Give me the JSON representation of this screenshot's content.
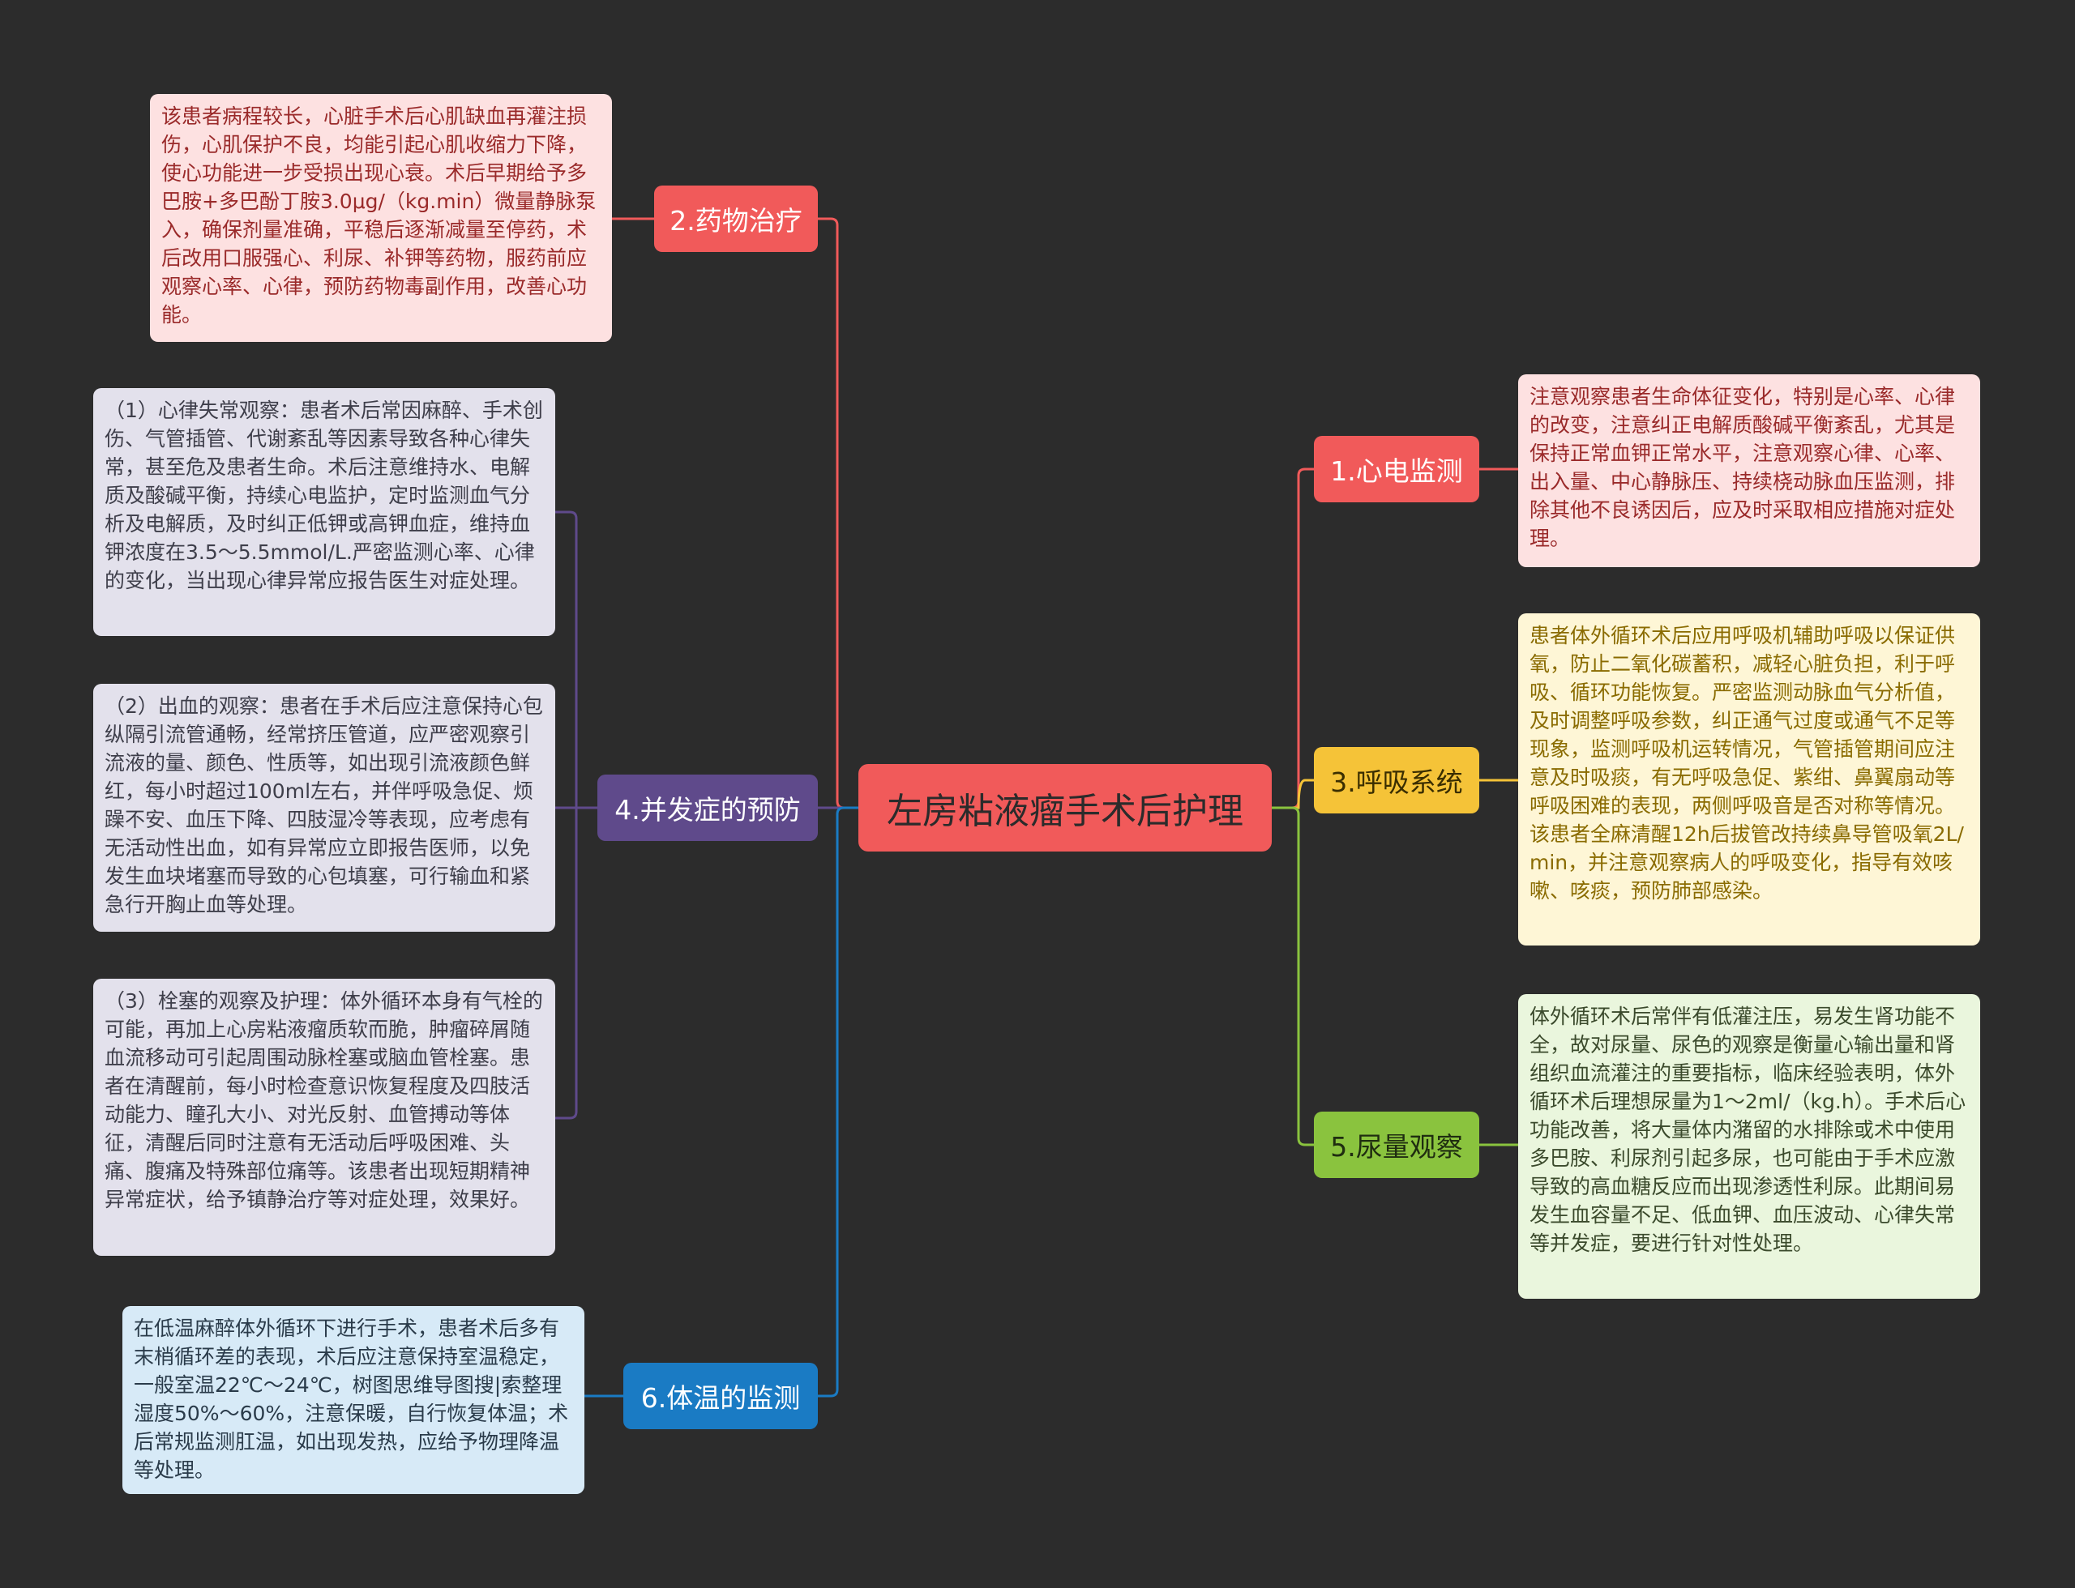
{
  "root": {
    "label": "左房粘液瘤手术后护理",
    "color": "#f15a5a"
  },
  "branches": {
    "ecg": {
      "label": "1.心电监测",
      "color": "#f15a5a",
      "notes": [
        "注意观察患者生命体征变化，特别是心率、心律的改变，注意纠正电解质酸碱平衡紊乱，尤其是保持正常血钾正常水平，注意观察心律、心率、出入量、中心静脉压、持续桡动脉血压监测，排除其他不良诱因后，应及时采取相应措施对症处理。"
      ]
    },
    "drug": {
      "label": "2.药物治疗",
      "color": "#f15a5a",
      "notes": [
        "该患者病程较长，心脏手术后心肌缺血再灌注损伤，心肌保护不良，均能引起心肌收缩力下降，使心功能进一步受损出现心衰。术后早期给予多巴胺+多巴酚丁胺3.0μg/（kg.min）微量静脉泵入，确保剂量准确，平稳后逐渐减量至停药，术后改用口服强心、利尿、补钾等药物，服药前应观察心率、心律，预防药物毒副作用，改善心功能。"
      ]
    },
    "resp": {
      "label": "3.呼吸系统",
      "color": "#f5c338",
      "notes": [
        "患者体外循环术后应用呼吸机辅助呼吸以保证供氧，防止二氧化碳蓄积，减轻心脏负担，利于呼吸、循环功能恢复。严密监测动脉血气分析值，及时调整呼吸参数，纠正通气过度或通气不足等现象，监测呼吸机运转情况，气管插管期间应注意及时吸痰，有无呼吸急促、紫绀、鼻翼扇动等呼吸困难的表现，两侧呼吸音是否对称等情况。该患者全麻清醒12h后拔管改持续鼻导管吸氧2L/min，并注意观察病人的呼吸变化，指导有效咳嗽、咳痰，预防肺部感染。"
      ]
    },
    "comp": {
      "label": "4.并发症的预防",
      "color": "#5f4a8b",
      "notes": [
        "（1）心律失常观察：患者术后常因麻醉、手术创伤、气管插管、代谢紊乱等因素导致各种心律失常，甚至危及患者生命。术后注意维持水、电解质及酸碱平衡，持续心电监护，定时监测血气分析及电解质，及时纠正低钾或高钾血症，维持血钾浓度在3.5～5.5mmol/L.严密监测心率、心律的变化，当出现心律异常应报告医生对症处理。",
        "（2）出血的观察：患者在手术后应注意保持心包纵隔引流管通畅，经常挤压管道，应严密观察引流液的量、颜色、性质等，如出现引流液颜色鲜红，每小时超过100ml左右，并伴呼吸急促、烦躁不安、血压下降、四肢湿冷等表现，应考虑有无活动性出血，如有异常应立即报告医师，以免发生血块堵塞而导致的心包填塞，可行输血和紧急行开胸止血等处理。",
        "（3）栓塞的观察及护理：体外循环本身有气栓的可能，再加上心房粘液瘤质软而脆，肿瘤碎屑随血流移动可引起周围动脉栓塞或脑血管栓塞。患者在清醒前，每小时检查意识恢复程度及四肢活动能力、瞳孔大小、对光反射、血管搏动等体征，清醒后同时注意有无活动后呼吸困难、头痛、腹痛及特殊部位痛等。该患者出现短期精神异常症状，给予镇静治疗等对症处理，效果好。"
      ]
    },
    "urine": {
      "label": "5.尿量观察",
      "color": "#8ac33e",
      "notes": [
        "体外循环术后常伴有低灌注压，易发生肾功能不全，故对尿量、尿色的观察是衡量心输出量和肾组织血流灌注的重要指标，临床经验表明，体外循环术后理想尿量为1～2ml/（kg.h）。手术后心功能改善，将大量体内潴留的水排除或术中使用多巴胺、利尿剂引起多尿，也可能由于手术应激导致的高血糖反应而出现渗透性利尿。此期间易发生血容量不足、低血钾、血压波动、心律失常等并发症，要进行针对性处理。"
      ]
    },
    "temp": {
      "label": "6.体温的监测",
      "color": "#1a7bc4",
      "notes": [
        "在低温麻醉体外循环下进行手术，患者术后多有末梢循环差的表现，术后应注意保持室温稳定，一般室温22℃～24℃，树图思维导图搜|索整理湿度50%～60%，注意保暖，自行恢复体温；术后常规监测肛温，如出现发热，应给予物理降温等处理。"
      ]
    }
  }
}
